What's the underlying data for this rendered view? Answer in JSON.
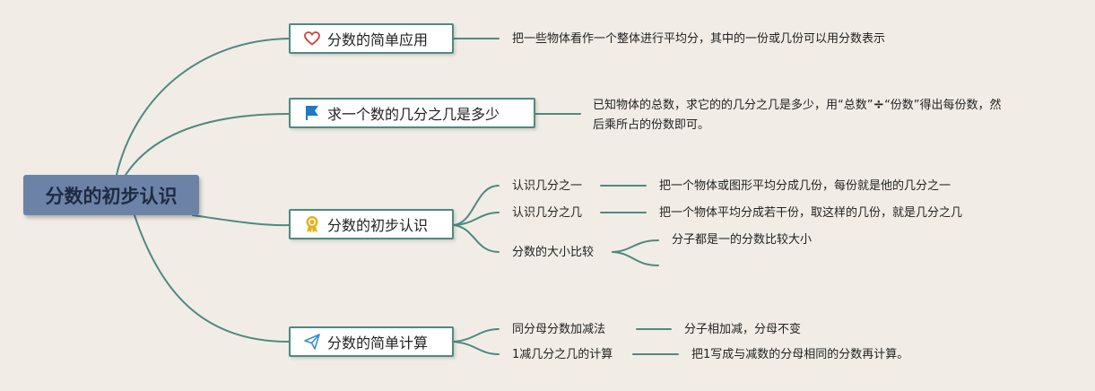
{
  "root": {
    "label": "分数的初步认识"
  },
  "topics": [
    {
      "label": "分数的简单应用",
      "icon": "heart-icon",
      "note": "把一些物体看作一个整体进行平均分，其中的一份或几份可以用分数表示"
    },
    {
      "label": "求一个数的几分之几是多少",
      "icon": "flag-icon",
      "note_line1": "已知物体的总数，求它的的几分之几是多少，用“总数”",
      "note_op": "÷",
      "note_line1_end": "“份数”得出每份数，然",
      "note_line2": "后乘所占的份数即可。"
    },
    {
      "label": "分数的初步认识",
      "icon": "award-ribbon-icon",
      "children": [
        {
          "label": "认识几分之一",
          "note": "把一个物体或图形平均分成几份，每份就是他的几分之一"
        },
        {
          "label": "认识几分之几",
          "note": "把一个物体平均分成若干份，取这样的几份，就是几分之几"
        },
        {
          "label": "分数的大小比较",
          "note": "分子都是一的分数比较大小"
        }
      ]
    },
    {
      "label": "分数的简单计算",
      "icon": "paper-plane-icon",
      "children": [
        {
          "label": "同分母分数加减法",
          "note": "分子相加减，分母不变"
        },
        {
          "label": "1减几分之几的计算",
          "note": "把1写成与减数的分母相同的分数再计算。"
        }
      ]
    }
  ],
  "colors": {
    "branch": "#4e8a7f",
    "root": "#6c82a6",
    "background": "#f1ede6",
    "heart": "#d0453a",
    "flag": "#1f78c8",
    "award": "#e0b21c",
    "plane": "#3a8ec9"
  }
}
